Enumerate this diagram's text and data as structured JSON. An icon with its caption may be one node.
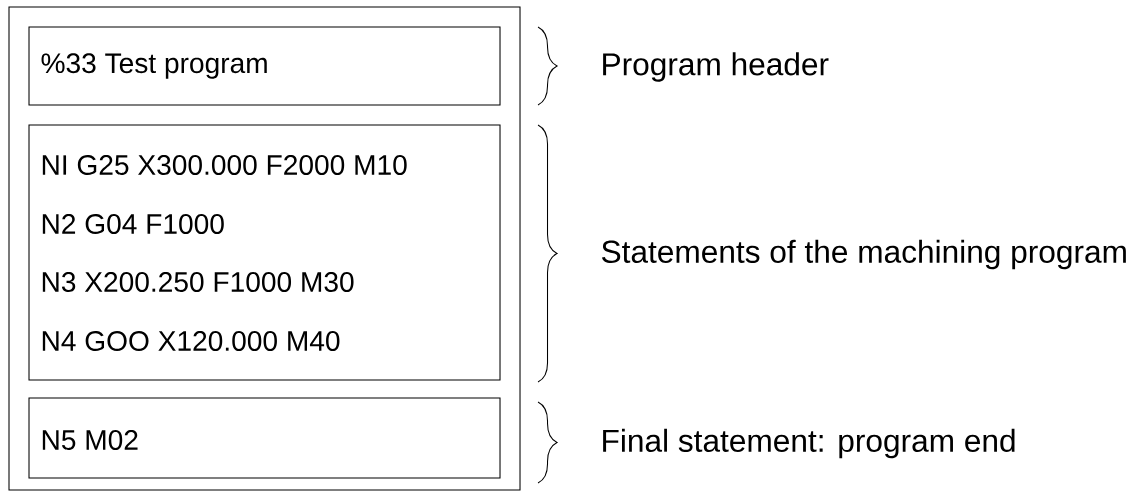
{
  "diagram": {
    "nodes": [
      {
        "text": [],
        "shape": "box"
      },
      {
        "text": [
          "%33 Test program"
        ],
        "in": 0
      },
      {
        "text": [
          "NI G25 X300.000 F2000 M10",
          "N2 G04 F1000",
          "N3 X200.250 F1000 M30",
          "N4 GOO X120.000 M40"
        ],
        "in": 0
      },
      {
        "text": [
          "N5 M02"
        ],
        "in": 0
      }
    ],
    "labels": [
      "Program header",
      "Statements of the machining program",
      "Final statement: program end"
    ]
  }
}
